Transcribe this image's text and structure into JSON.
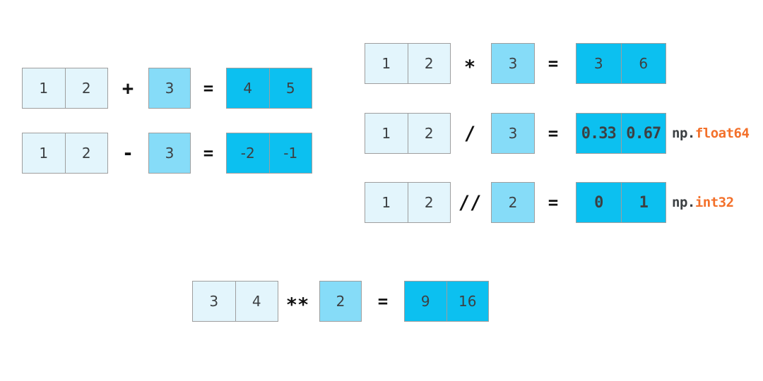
{
  "equals_sign": "=",
  "colors": {
    "array_fill": "#E3F5FC",
    "scalar_fill": "#86DCF8",
    "result_fill": "#0CC0F0",
    "border": "#9E9E9E",
    "digit_text": "#3C4043",
    "operator_text": "#111111",
    "dtype_prefix_color": "#3C4043",
    "dtype_name_color": "#F3702A",
    "background": "#FFFFFF"
  },
  "operations": [
    {
      "name": "add",
      "array": [
        "1",
        "2"
      ],
      "operator": "+",
      "scalar": "3",
      "result": [
        "4",
        "5"
      ]
    },
    {
      "name": "subtract",
      "array": [
        "1",
        "2"
      ],
      "operator": "-",
      "scalar": "3",
      "result": [
        "-2",
        "-1"
      ]
    },
    {
      "name": "multiply",
      "array": [
        "1",
        "2"
      ],
      "operator": "*",
      "scalar": "3",
      "result": [
        "3",
        "6"
      ]
    },
    {
      "name": "divide",
      "array": [
        "1",
        "2"
      ],
      "operator": "/",
      "scalar": "3",
      "result": [
        "0.33",
        "0.67"
      ],
      "dtype_prefix": "np.",
      "dtype_name": "float64"
    },
    {
      "name": "floor-divide",
      "array": [
        "1",
        "2"
      ],
      "operator": "//",
      "scalar": "2",
      "result": [
        "0",
        "1"
      ],
      "dtype_prefix": "np.",
      "dtype_name": "int32"
    },
    {
      "name": "power",
      "array": [
        "3",
        "4"
      ],
      "operator": "**",
      "scalar": "2",
      "result": [
        "9",
        "16"
      ]
    }
  ]
}
